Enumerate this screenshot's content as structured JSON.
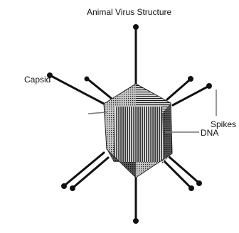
{
  "diagram": {
    "title": "Animal Virus Structure",
    "labels": {
      "capsid": "Capsid",
      "spikes": "Spikes",
      "dna": "DNA"
    }
  },
  "colors": {
    "ink": "#111111",
    "capsid_light": "#9a9a9a",
    "capsid_dark": "#2a2a2a",
    "leader": "#777777"
  }
}
